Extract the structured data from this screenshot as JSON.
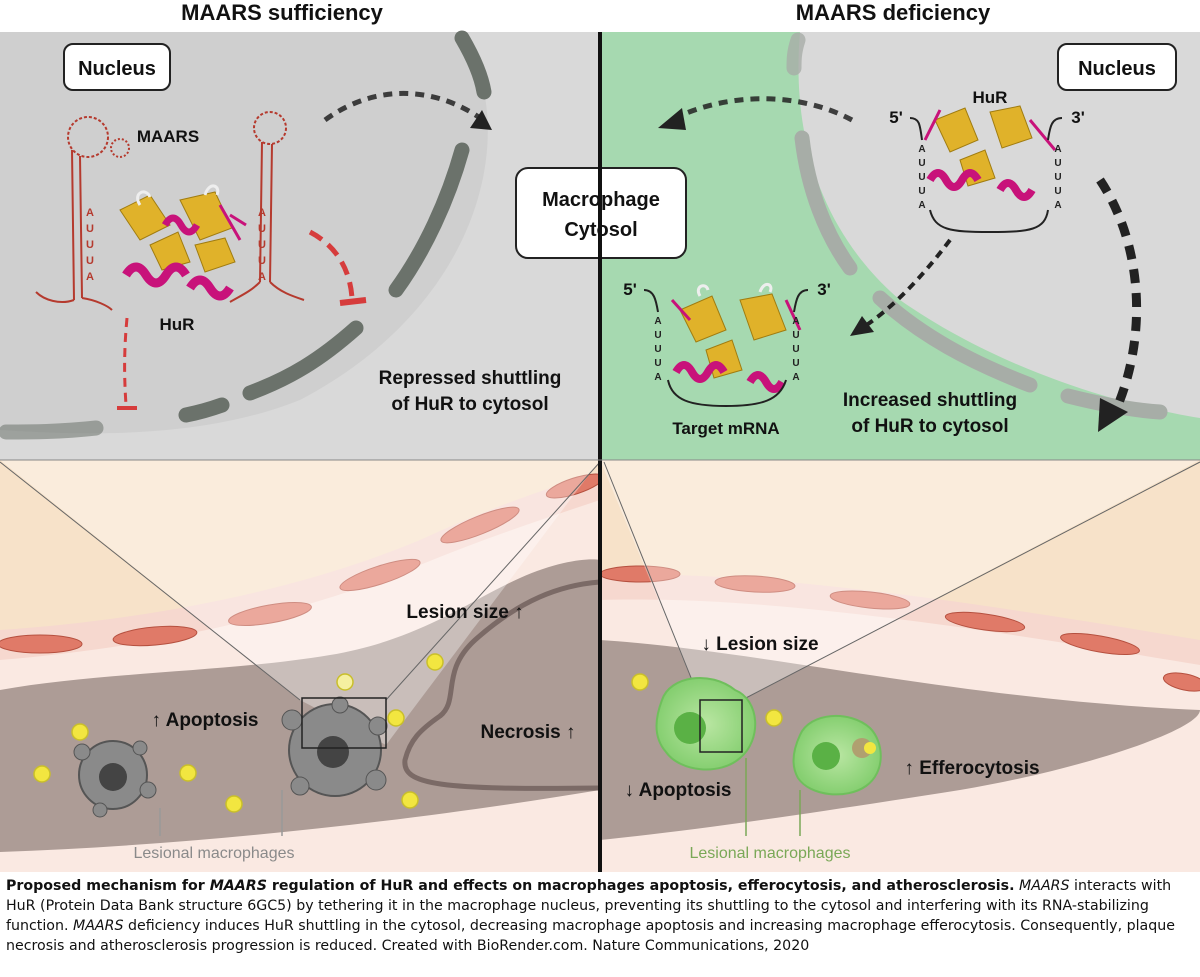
{
  "panels": {
    "left_title": "MAARS sufficiency",
    "right_title": "MAARS deficiency"
  },
  "labels": {
    "nucleus_left": "Nucleus",
    "nucleus_right": "Nucleus",
    "cytosol_line1": "Macrophage",
    "cytosol_line2": "Cytosol",
    "maars": "MAARS",
    "hur_left": "HuR",
    "hur_right": "HuR",
    "auuua_letters": [
      "A",
      "U",
      "U",
      "U",
      "A"
    ],
    "five_prime": "5'",
    "three_prime": "3'",
    "target_mrna": "Target mRNA",
    "repressed_line1": "Repressed shuttling",
    "repressed_line2": "of HuR to cytosol",
    "increased_line1": "Increased shuttling",
    "increased_line2": "of HuR to cytosol",
    "lesion_size_up": "Lesion size",
    "lesion_size_down": "Lesion size",
    "apoptosis_up": "Apoptosis",
    "apoptosis_down": "Apoptosis",
    "necrosis_up": "Necrosis",
    "efferocytosis_up": "Efferocytosis",
    "lesional_left": "Lesional macrophages",
    "lesional_right": "Lesional macrophages",
    "arrow_up": "↑",
    "arrow_down": "↓"
  },
  "caption": {
    "bold_prefix": "Proposed mechanism for ",
    "bold_italic_1": "MAARS",
    "bold_rest": " regulation of HuR and effects on macrophages apoptosis, efferocytosis, and atherosclerosis.",
    "italic_2": " MAARS",
    "text_2": " interacts with HuR (Protein Data Bank structure 6GC5) by tethering it in the macrophage nucleus, preventing its shuttling to the cytosol and interfering with its RNA-stabilizing function. ",
    "italic_3": "MAARS",
    "text_3": " deficiency induces HuR shuttling in the cytosol, decreasing macrophage apoptosis and increasing macrophage efferocytosis. Consequently, plaque necrosis and atherosclerosis progression is reduced. Created with BioRender.com. Nature Communications, 2020"
  },
  "colors": {
    "left_bg": "#dcdcdc",
    "right_bg": "#a6d9b0",
    "nuclear_envelope": "#6e756e",
    "inhibit_red": "#d63c3c",
    "rna_red": "#b53a2e",
    "helix_magenta": "#c8127a",
    "sheet_gold": "#e0b22a",
    "macrophage_grey": "#7a7a7a",
    "macrophage_green": "#8fd47a",
    "lipid_yellow": "#f2e640",
    "endothelial": "#e07a68",
    "lesion_text_green": "#7aa857"
  }
}
